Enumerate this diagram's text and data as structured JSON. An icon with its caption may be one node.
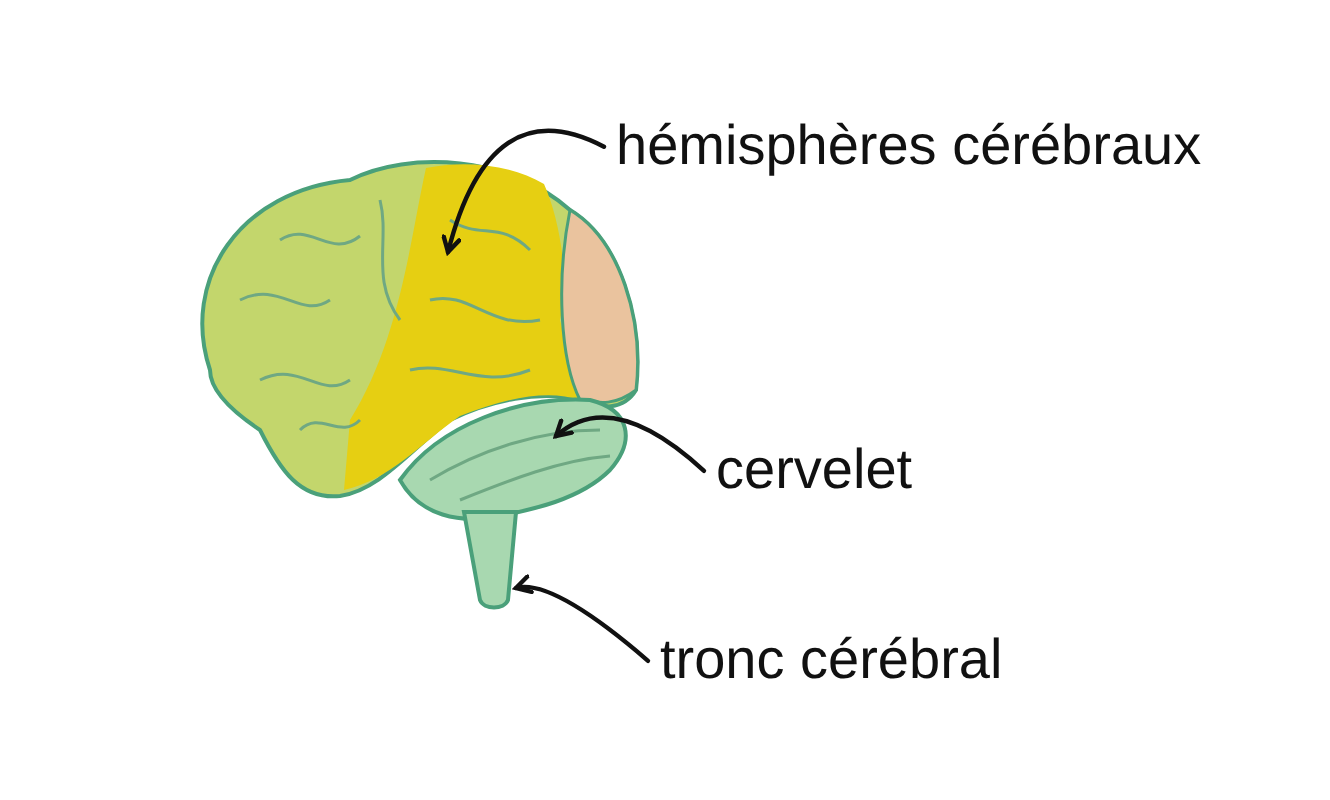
{
  "diagram": {
    "nodes": [
      {
        "text": [],
        "shape": "picture"
      },
      {
        "text": [],
        "shape": "picture"
      },
      {
        "text": [],
        "shape": "picture"
      },
      {
        "text": [
          "hémisphères cérébraux"
        ]
      },
      {
        "text": [
          "cervelet"
        ]
      },
      {
        "text": [
          "tronc cérébral"
        ]
      }
    ],
    "edges": [
      {
        "from": 3,
        "to": 0,
        "arrow": "to"
      },
      {
        "from": 4,
        "to": 1,
        "arrow": "to"
      },
      {
        "from": 5,
        "to": 2,
        "arrow": "to"
      }
    ]
  }
}
